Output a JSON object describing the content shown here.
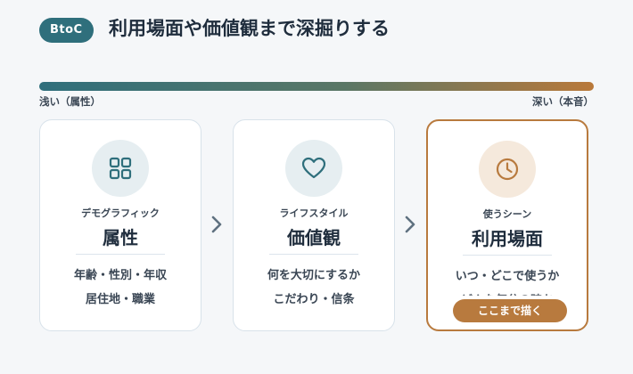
{
  "header": {
    "badge": "BtoC",
    "title": "利用場面や価値観まで深掘りする"
  },
  "scale": {
    "left_label": "浅い（属性）",
    "right_label": "深い（本音）"
  },
  "cards": [
    {
      "icon": "grid-icon",
      "kicker": "デモグラフィック",
      "name": "属性",
      "line1": "年齢・性別・年収",
      "line2": "居住地・職業"
    },
    {
      "icon": "heart-icon",
      "kicker": "ライフスタイル",
      "name": "価値観",
      "line1": "何を大切にするか",
      "line2": "こだわり・信条"
    },
    {
      "icon": "clock-icon",
      "kicker": "使うシーン",
      "name": "利用場面",
      "line1": "いつ・どこで使うか",
      "line2": "どんな気分の時か",
      "cta": "ここまで描く"
    }
  ],
  "colors": {
    "teal": "#2f6f7c",
    "accent": "#b87a3e"
  }
}
